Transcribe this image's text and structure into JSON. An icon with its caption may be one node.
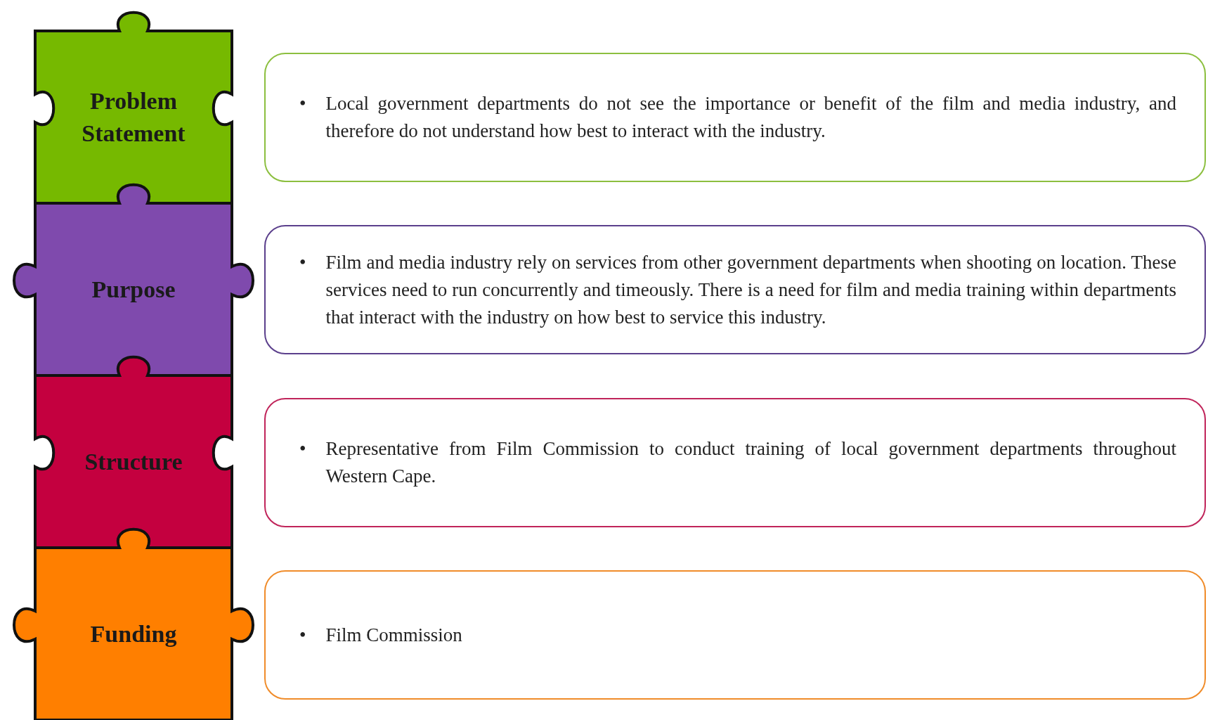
{
  "diagram": {
    "nodes": [
      {
        "text": [
          "Problem Statement"
        ]
      },
      {
        "text": [
          "Purpose"
        ]
      },
      {
        "text": [
          "Structure"
        ]
      },
      {
        "text": [
          "Funding"
        ]
      },
      {
        "text": [
          "•",
          "Local government departments do not see the importance or benefit of the film and media industry, and therefore do not understand how best to interact with the industry."
        ]
      },
      {
        "text": [
          "•",
          "Film and media industry rely on services from other government departments when shooting on location. These services need to run concurrently and timeously. There is a need for film and media training within departments that interact with the industry on how best to service this industry."
        ]
      },
      {
        "text": [
          "•",
          "Representative from Film Commission to conduct training of local government departments throughout Western Cape."
        ]
      },
      {
        "text": [
          "•",
          "Film Commission"
        ]
      }
    ],
    "edges": []
  }
}
